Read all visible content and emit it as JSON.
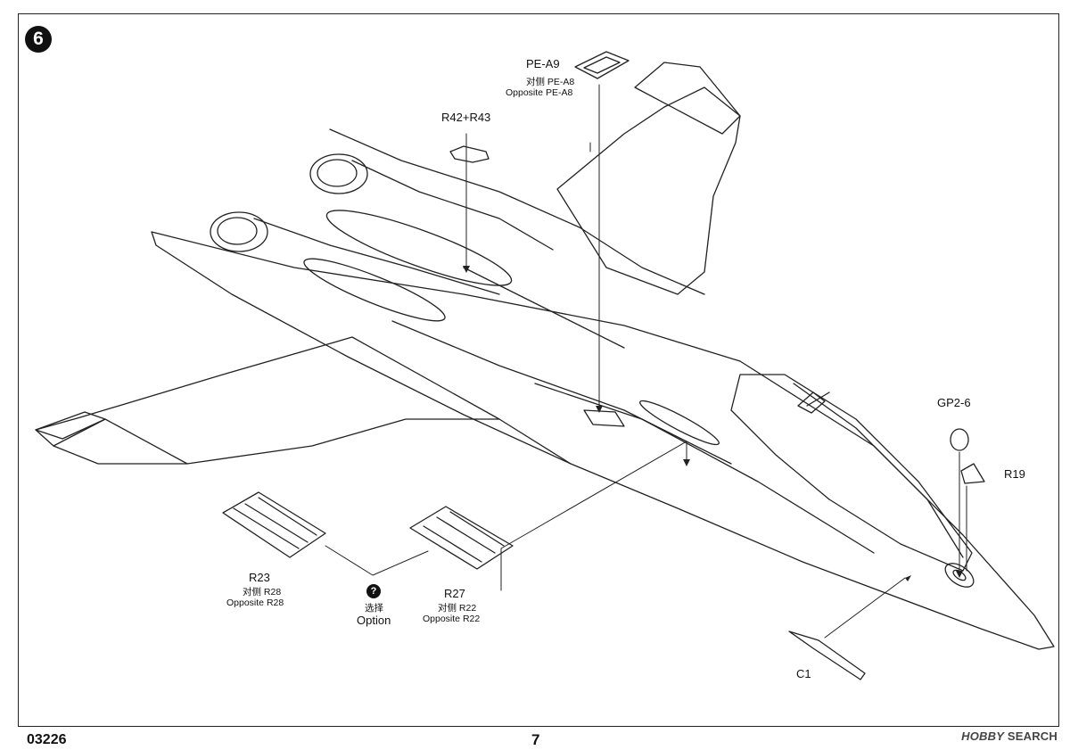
{
  "step_number": "6",
  "labels": {
    "pe_a9": "PE-A9",
    "pe_a9_cn": "对侧 PE-A8",
    "pe_a9_en": "Opposite PE-A8",
    "r42_r43": "R42+R43",
    "gp2_6": "GP2-6",
    "r19": "R19",
    "r23": "R23",
    "r23_cn": "对侧 R28",
    "r23_en": "Opposite R28",
    "option_cn": "选择",
    "option_en": "Option",
    "option_icon": "?",
    "r27": "R27",
    "r27_cn": "对侧 R22",
    "r27_en": "Opposite R22",
    "c1": "C1"
  },
  "footer": {
    "code": "03226",
    "page": "7",
    "watermark_logo": "HOBBY",
    "watermark_text": "SEARCH"
  },
  "icons": {
    "step": "step-number-badge",
    "option": "question-option-icon"
  }
}
